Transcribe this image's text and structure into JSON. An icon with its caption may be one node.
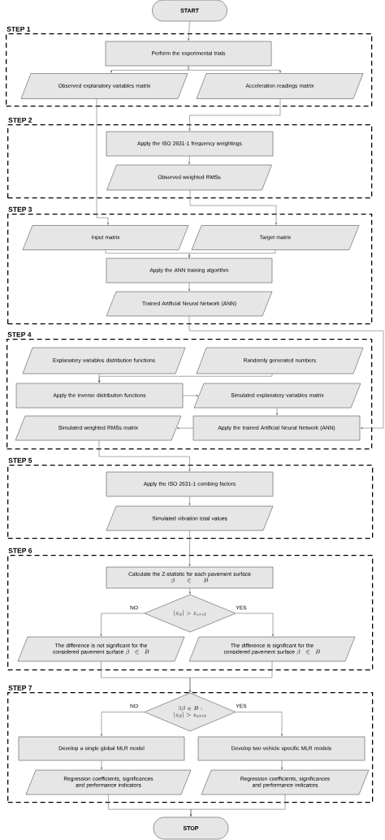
{
  "diagram": {
    "nodes": [
      {
        "text": [
          "START"
        ]
      },
      {
        "text": [
          "STEP 1"
        ]
      },
      {
        "text": [
          "Perform the experimental trials"
        ],
        "in": 1
      },
      {
        "text": [
          "Observed explanatory variables matrix"
        ],
        "in": 1
      },
      {
        "text": [
          "Acceleration readings matrix"
        ],
        "in": 1
      },
      {
        "text": [
          "STEP 2"
        ]
      },
      {
        "text": [
          "Apply the ISO 2631-1 frequency weightings"
        ],
        "in": 5
      },
      {
        "text": [
          "Observed weighted RMSs"
        ],
        "in": 5
      },
      {
        "text": [
          "STEP 3"
        ]
      },
      {
        "text": [
          "Input matrix"
        ],
        "in": 8
      },
      {
        "text": [
          "Target matrix"
        ],
        "in": 8
      },
      {
        "text": [
          "Apply the ANN training algorithm"
        ],
        "in": 8
      },
      {
        "text": [
          "Trained Artificial Neural Network (ANN)"
        ],
        "in": 8
      },
      {
        "text": [
          "STEP 4"
        ]
      },
      {
        "text": [
          "Explanatory variables distribution functions"
        ],
        "in": 13
      },
      {
        "text": [
          "Randomly generated numbers"
        ],
        "in": 13
      },
      {
        "text": [
          "Apply the inverse distribution functions"
        ],
        "in": 13
      },
      {
        "text": [
          "Simulated explanatory variables matrix"
        ],
        "in": 13
      },
      {
        "text": [
          "Simulated weighted RMSs matrix"
        ],
        "in": 13
      },
      {
        "text": [
          "Apply the trained Artificial Neural Network (ANN)"
        ],
        "in": 13
      },
      {
        "text": [
          "STEP 5"
        ]
      },
      {
        "text": [
          "Apply the ISO 2631-1 combing factors"
        ],
        "in": 20
      },
      {
        "text": [
          "Simulated vibration total values"
        ],
        "in": 20
      },
      {
        "text": [
          "STEP 6"
        ]
      },
      {
        "text": [
          "Calculate the Z-statistic for each pavement surface",
          "\\beta\\in B"
        ],
        "in": 23
      },
      {
        "text": [
          "\\left|z_{\\beta}\\right| > z_{crit}"
        ],
        "in": 23
      },
      {
        "text": [
          "The difference is not significant for the considered pavement surface",
          "\\beta\\in B"
        ],
        "in": 23
      },
      {
        "text": [
          "The difference is significant for the considered pavement surface",
          "\\beta\\in B"
        ],
        "in": 23
      },
      {
        "text": [
          "STEP 7"
        ]
      },
      {
        "text": [
          "\\exists\\beta\\in B:",
          "\\left|z_{\\beta}\\right| > z_{crit}"
        ],
        "in": 28
      },
      {
        "text": [
          "Develop a single global MLR model"
        ],
        "in": 28
      },
      {
        "text": [
          "Develop two vehicle specific MLR models"
        ],
        "in": 28
      },
      {
        "text": [
          "Regression coefficients, significances and performance indicators"
        ],
        "in": 28
      },
      {
        "text": [
          "Regression coefficients, significances and performance indicators"
        ],
        "in": 28
      },
      {
        "text": [
          "STOP"
        ]
      }
    ],
    "edges": [
      {
        "from": 0,
        "to": 2,
        "arrow": "to"
      },
      {
        "from": 2,
        "to": 3,
        "arrow": "to"
      },
      {
        "from": 2,
        "to": 4,
        "arrow": "to"
      },
      {
        "from": 3,
        "to": 9,
        "arrow": "to"
      },
      {
        "from": 4,
        "to": 6,
        "arrow": "to"
      },
      {
        "from": 6,
        "to": 7,
        "arrow": "to"
      },
      {
        "from": 7,
        "to": 10,
        "arrow": "to"
      },
      {
        "from": 9,
        "to": 11,
        "arrow": "to"
      },
      {
        "from": 10,
        "to": 11,
        "arrow": "to"
      },
      {
        "from": 11,
        "to": 12,
        "arrow": "to"
      },
      {
        "from": 12,
        "to": 19,
        "arrow": "to"
      },
      {
        "from": 14,
        "to": 16,
        "arrow": "to"
      },
      {
        "from": 15,
        "to": 16,
        "arrow": "to"
      },
      {
        "from": 16,
        "to": 17,
        "arrow": "to"
      },
      {
        "from": 17,
        "to": 19,
        "arrow": "to"
      },
      {
        "from": 19,
        "to": 18,
        "arrow": "to"
      },
      {
        "from": 18,
        "to": 21,
        "arrow": "to"
      },
      {
        "from": 21,
        "to": 22,
        "arrow": "to"
      },
      {
        "from": 22,
        "to": 24,
        "arrow": "to"
      },
      {
        "from": 24,
        "to": 25,
        "arrow": "to"
      },
      {
        "from": 25,
        "to": 26,
        "label": "NO",
        "arrow": "to"
      },
      {
        "from": 25,
        "to": 27,
        "label": "YES",
        "arrow": "to"
      },
      {
        "from": 26,
        "to": 29,
        "arrow": "to"
      },
      {
        "from": 27,
        "to": 29,
        "arrow": "to"
      },
      {
        "from": 29,
        "to": 30,
        "label": "NO",
        "arrow": "to"
      },
      {
        "from": 29,
        "to": 31,
        "label": "YES",
        "arrow": "to"
      },
      {
        "from": 30,
        "to": 32,
        "arrow": "to"
      },
      {
        "from": 31,
        "to": 33,
        "arrow": "to"
      },
      {
        "from": 32,
        "to": 34,
        "arrow": "to"
      },
      {
        "from": 33,
        "to": 34,
        "arrow": "to"
      }
    ]
  }
}
